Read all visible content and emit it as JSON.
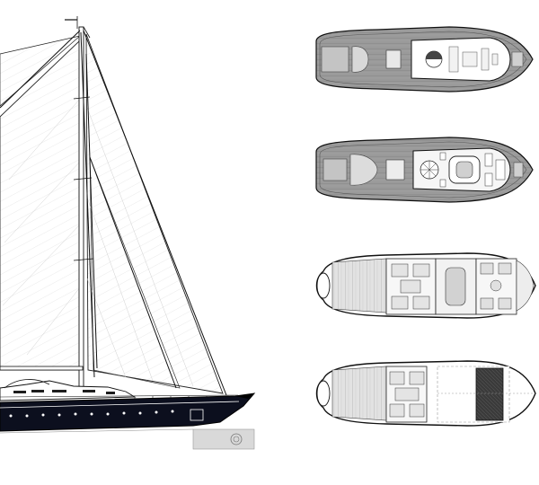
{
  "colors": {
    "background": "#ffffff",
    "line": "#1a1a1a",
    "hull": "#0c0f1e",
    "deck": "#8f8f8f",
    "deck_light": "#c4c4c4",
    "wood": "#d8d8d8",
    "cabin": "#f4f4f4",
    "water": "#bdbdbd"
  },
  "drawings": {
    "profile": "sail-plan-profile",
    "plans": [
      "sun-deck-plan",
      "main-deck-plan",
      "lower-deck-plan",
      "tank-deck-plan"
    ]
  }
}
